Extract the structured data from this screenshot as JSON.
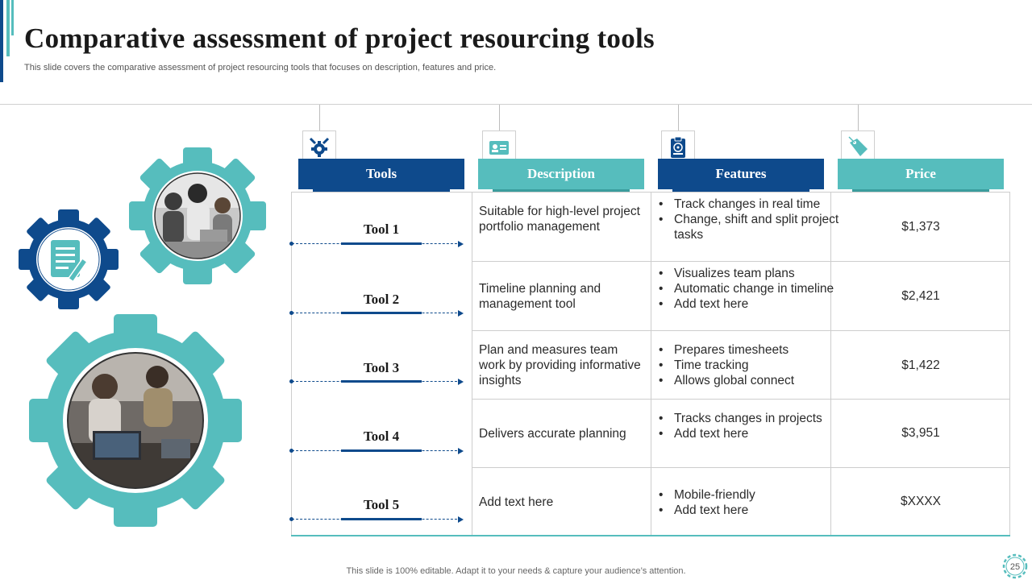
{
  "slide": {
    "title": "Comparative assessment of project resourcing tools",
    "subtitle": "This slide covers the comparative assessment of project resourcing tools that focuses on description, features and price.",
    "footer": "This slide is 100% editable. Adapt it to your needs & capture your audience’s attention.",
    "page_number": "25"
  },
  "colors": {
    "navy": "#0e4a8c",
    "teal": "#56bdbd"
  },
  "headers": [
    {
      "label": "Tools",
      "icon": "tools-gear-icon"
    },
    {
      "label": "Description",
      "icon": "id-card-icon"
    },
    {
      "label": "Features",
      "icon": "clipboard-icon"
    },
    {
      "label": "Price",
      "icon": "price-tag-icon"
    }
  ],
  "rows": [
    {
      "tool": "Tool 1",
      "description": "Suitable for high-level project portfolio management",
      "features": [
        "Track changes in real time",
        "Change, shift and split project tasks"
      ],
      "price": "$1,373"
    },
    {
      "tool": "Tool 2",
      "description": "Timeline planning and management tool",
      "features": [
        "Visualizes team plans",
        "Automatic change in timeline",
        "Add text here"
      ],
      "price": "$2,421"
    },
    {
      "tool": "Tool 3",
      "description": "Plan and measures team work by providing informative insights",
      "features": [
        "Prepares timesheets",
        "Time tracking",
        "Allows global connect"
      ],
      "price": "$1,422"
    },
    {
      "tool": "Tool 4",
      "description": "Delivers accurate planning",
      "features": [
        "Tracks changes in projects",
        "Add text here"
      ],
      "price": "$3,951"
    },
    {
      "tool": "Tool 5",
      "description": "Add text here",
      "features": [
        "Mobile-friendly",
        "Add text here"
      ],
      "price": "$XXXX"
    }
  ]
}
